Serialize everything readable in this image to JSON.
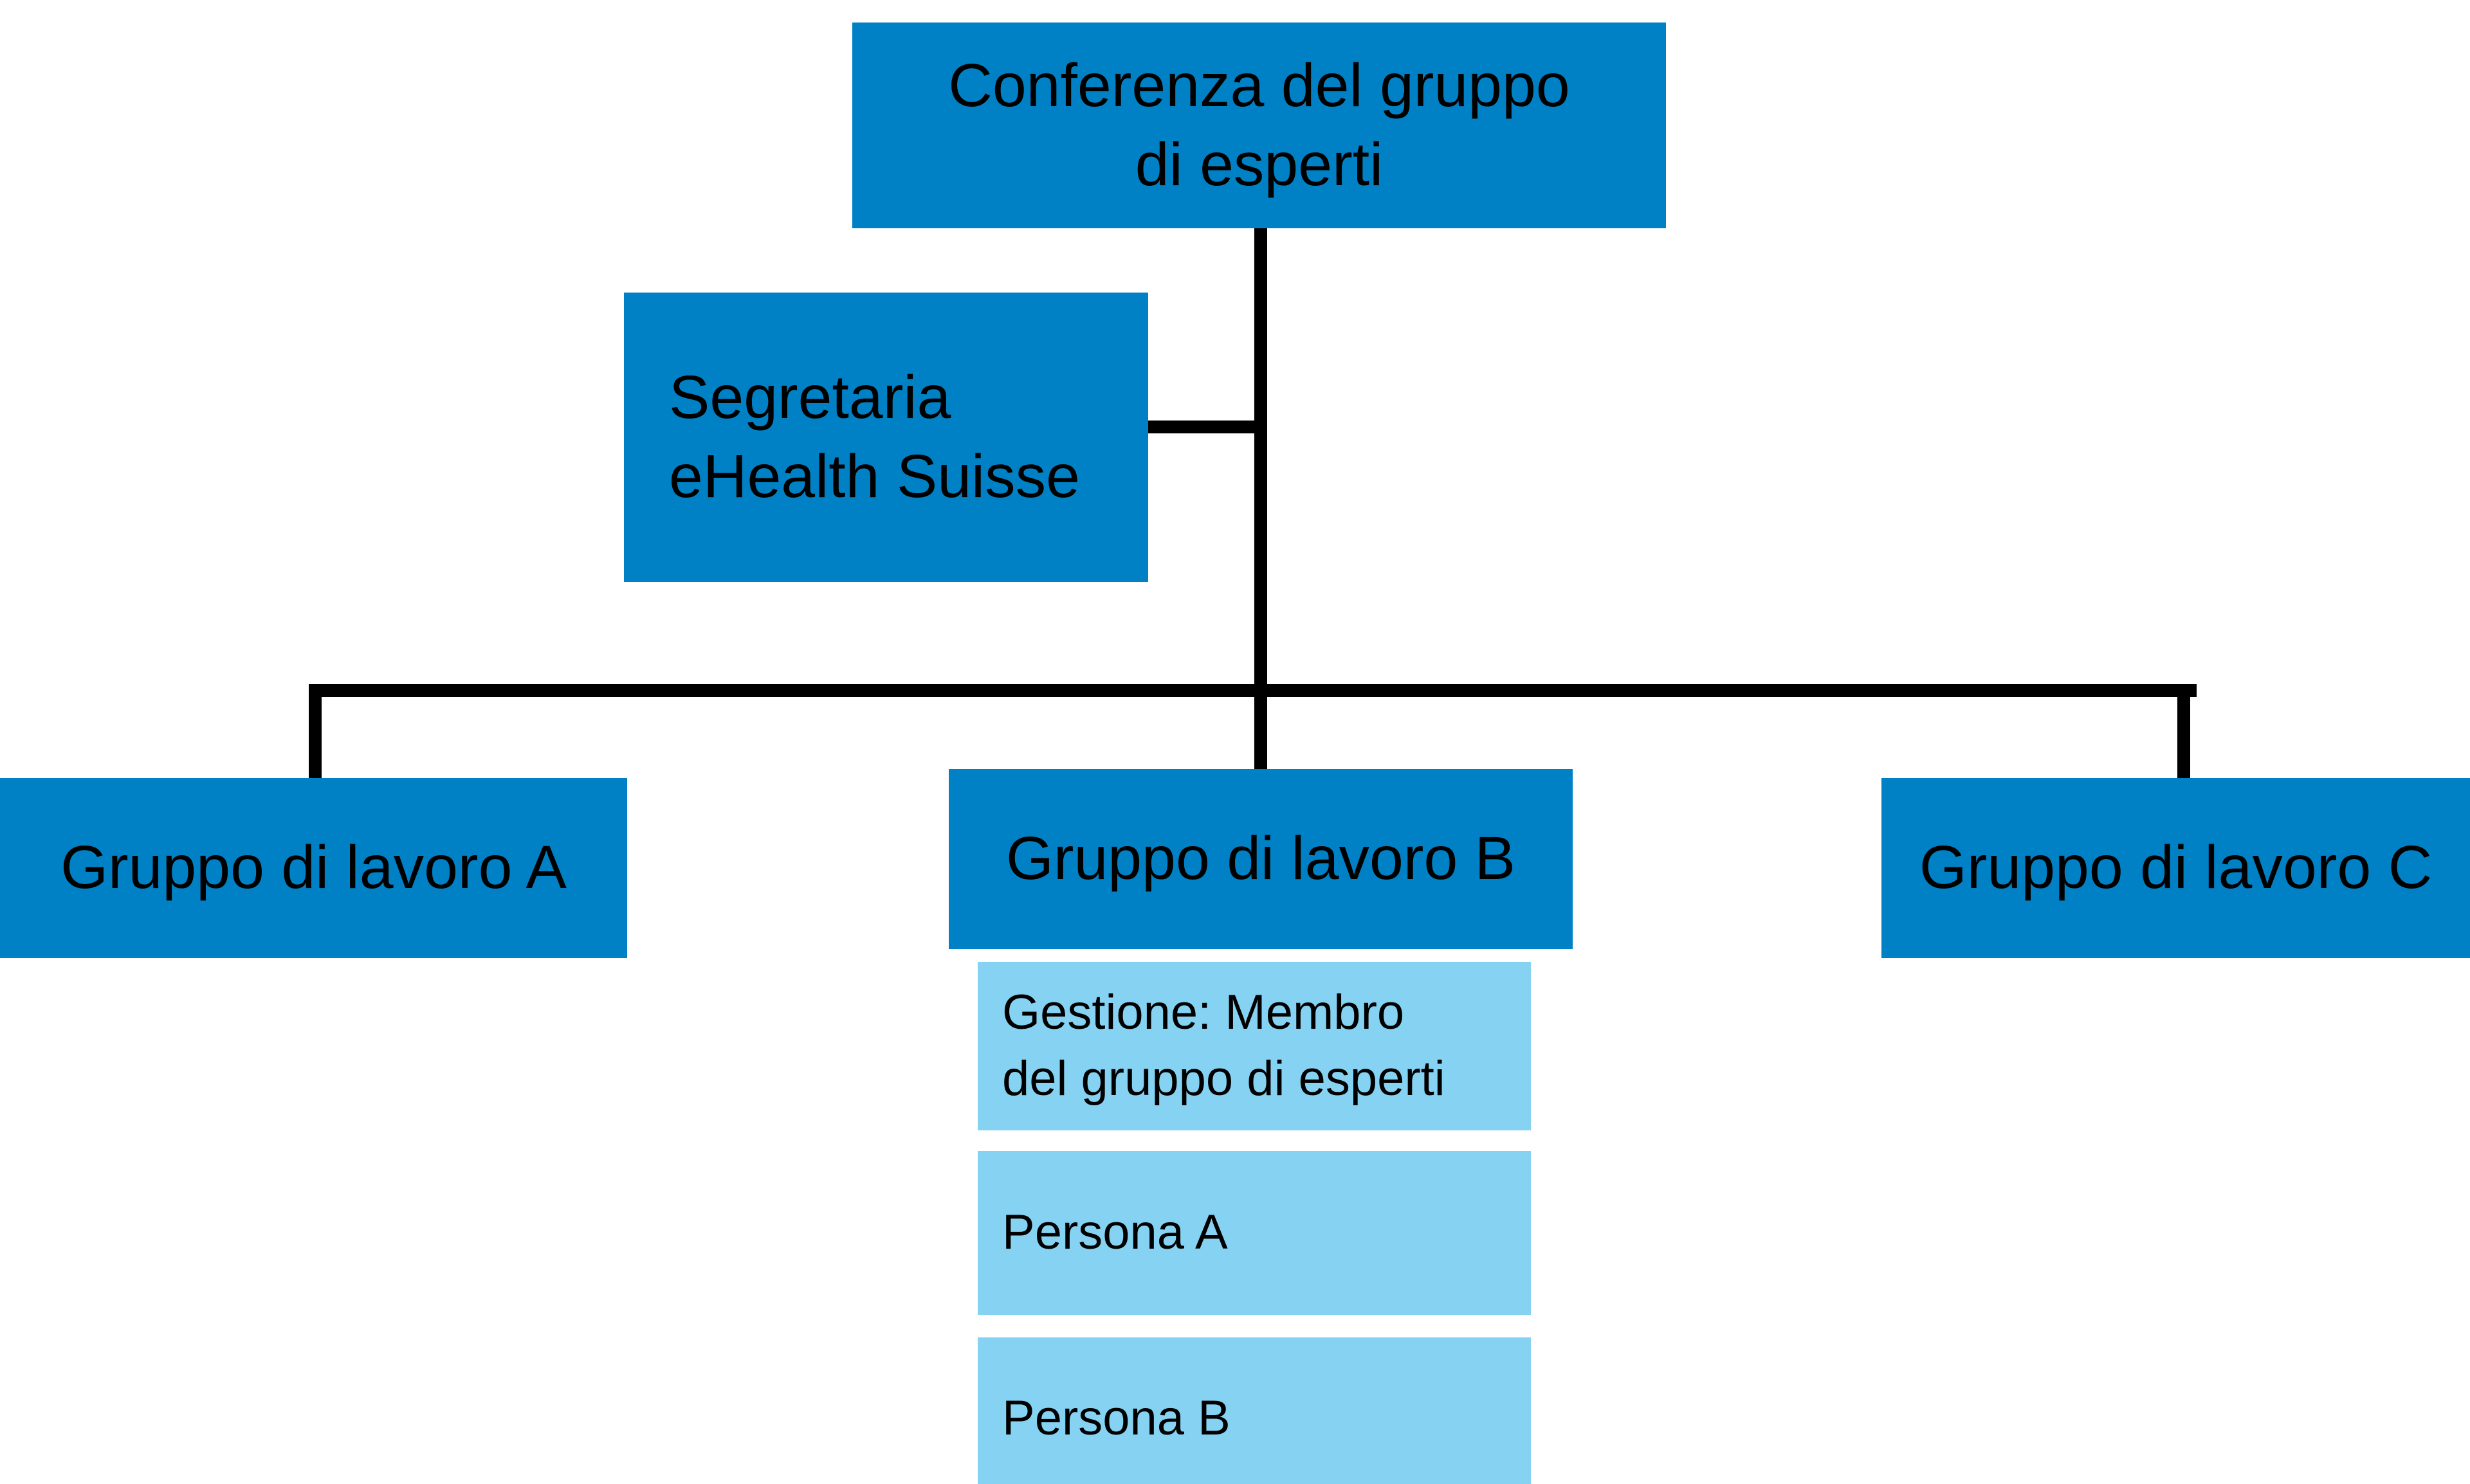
{
  "colors": {
    "primary_box": "#0081C6",
    "secondary_box": "#85D2F2",
    "connector": "#000000",
    "text": "#000000",
    "background": "#FFFFFF"
  },
  "chart": {
    "type": "org-chart",
    "root": "Conferenza del gruppo\ndi esperti",
    "secretariat": "Segretaria\neHealth Suisse",
    "groups": [
      "Gruppo di lavoro A",
      "Gruppo di lavoro B",
      "Gruppo di lavoro C"
    ],
    "group_b_children": [
      "Gestione: Membro\ndel gruppo di esperti",
      "Persona A",
      "Persona B"
    ]
  }
}
